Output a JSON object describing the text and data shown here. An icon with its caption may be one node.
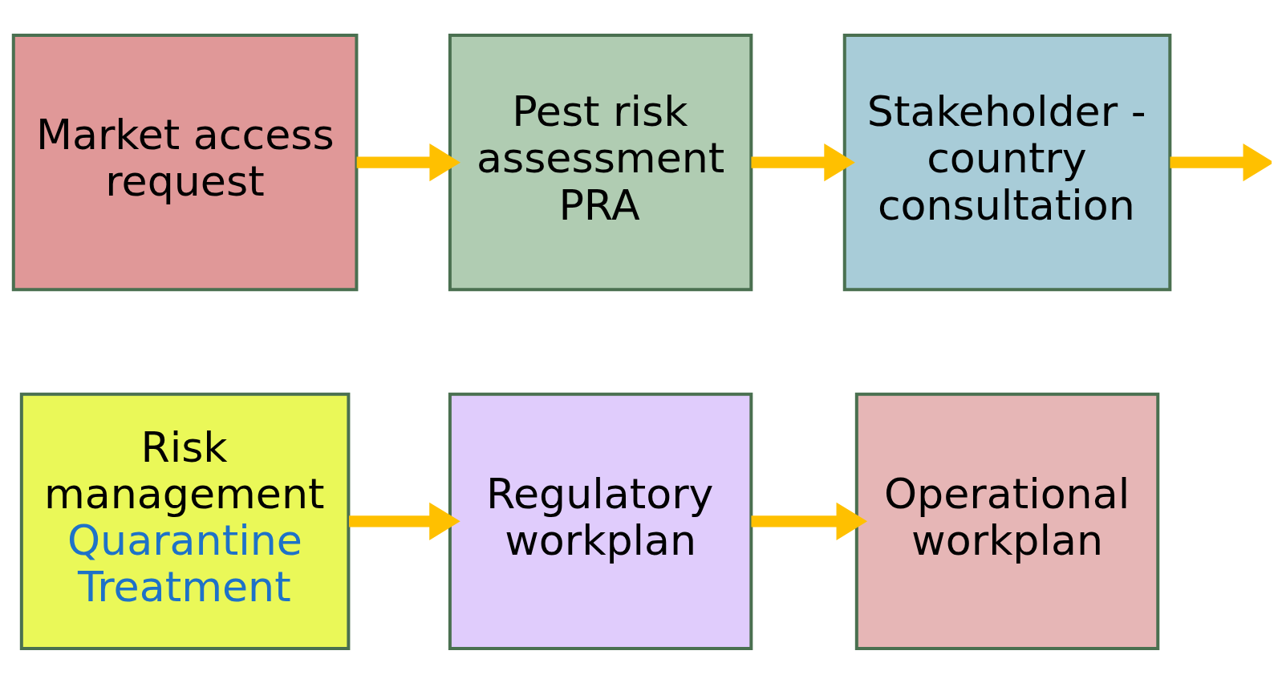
{
  "diagram": {
    "nodes": [
      {
        "text": [
          "Market access request"
        ]
      },
      {
        "text": [
          "Pest risk assessment PRA"
        ]
      },
      {
        "text": [
          "Stakeholder - country consultation"
        ]
      },
      {
        "text": [
          "Risk management",
          "Quarantine Treatment"
        ]
      },
      {
        "text": [
          "Regulatory workplan"
        ]
      },
      {
        "text": [
          "Operational workplan"
        ]
      }
    ],
    "edges": [
      {
        "from": 0,
        "to": 1,
        "arrow": "to"
      },
      {
        "from": 1,
        "to": 2,
        "arrow": "to"
      },
      {
        "from": 2,
        "to": null,
        "arrow": "to"
      },
      {
        "from": 3,
        "to": 4,
        "arrow": "to"
      },
      {
        "from": 4,
        "to": 5,
        "arrow": "to"
      }
    ]
  }
}
